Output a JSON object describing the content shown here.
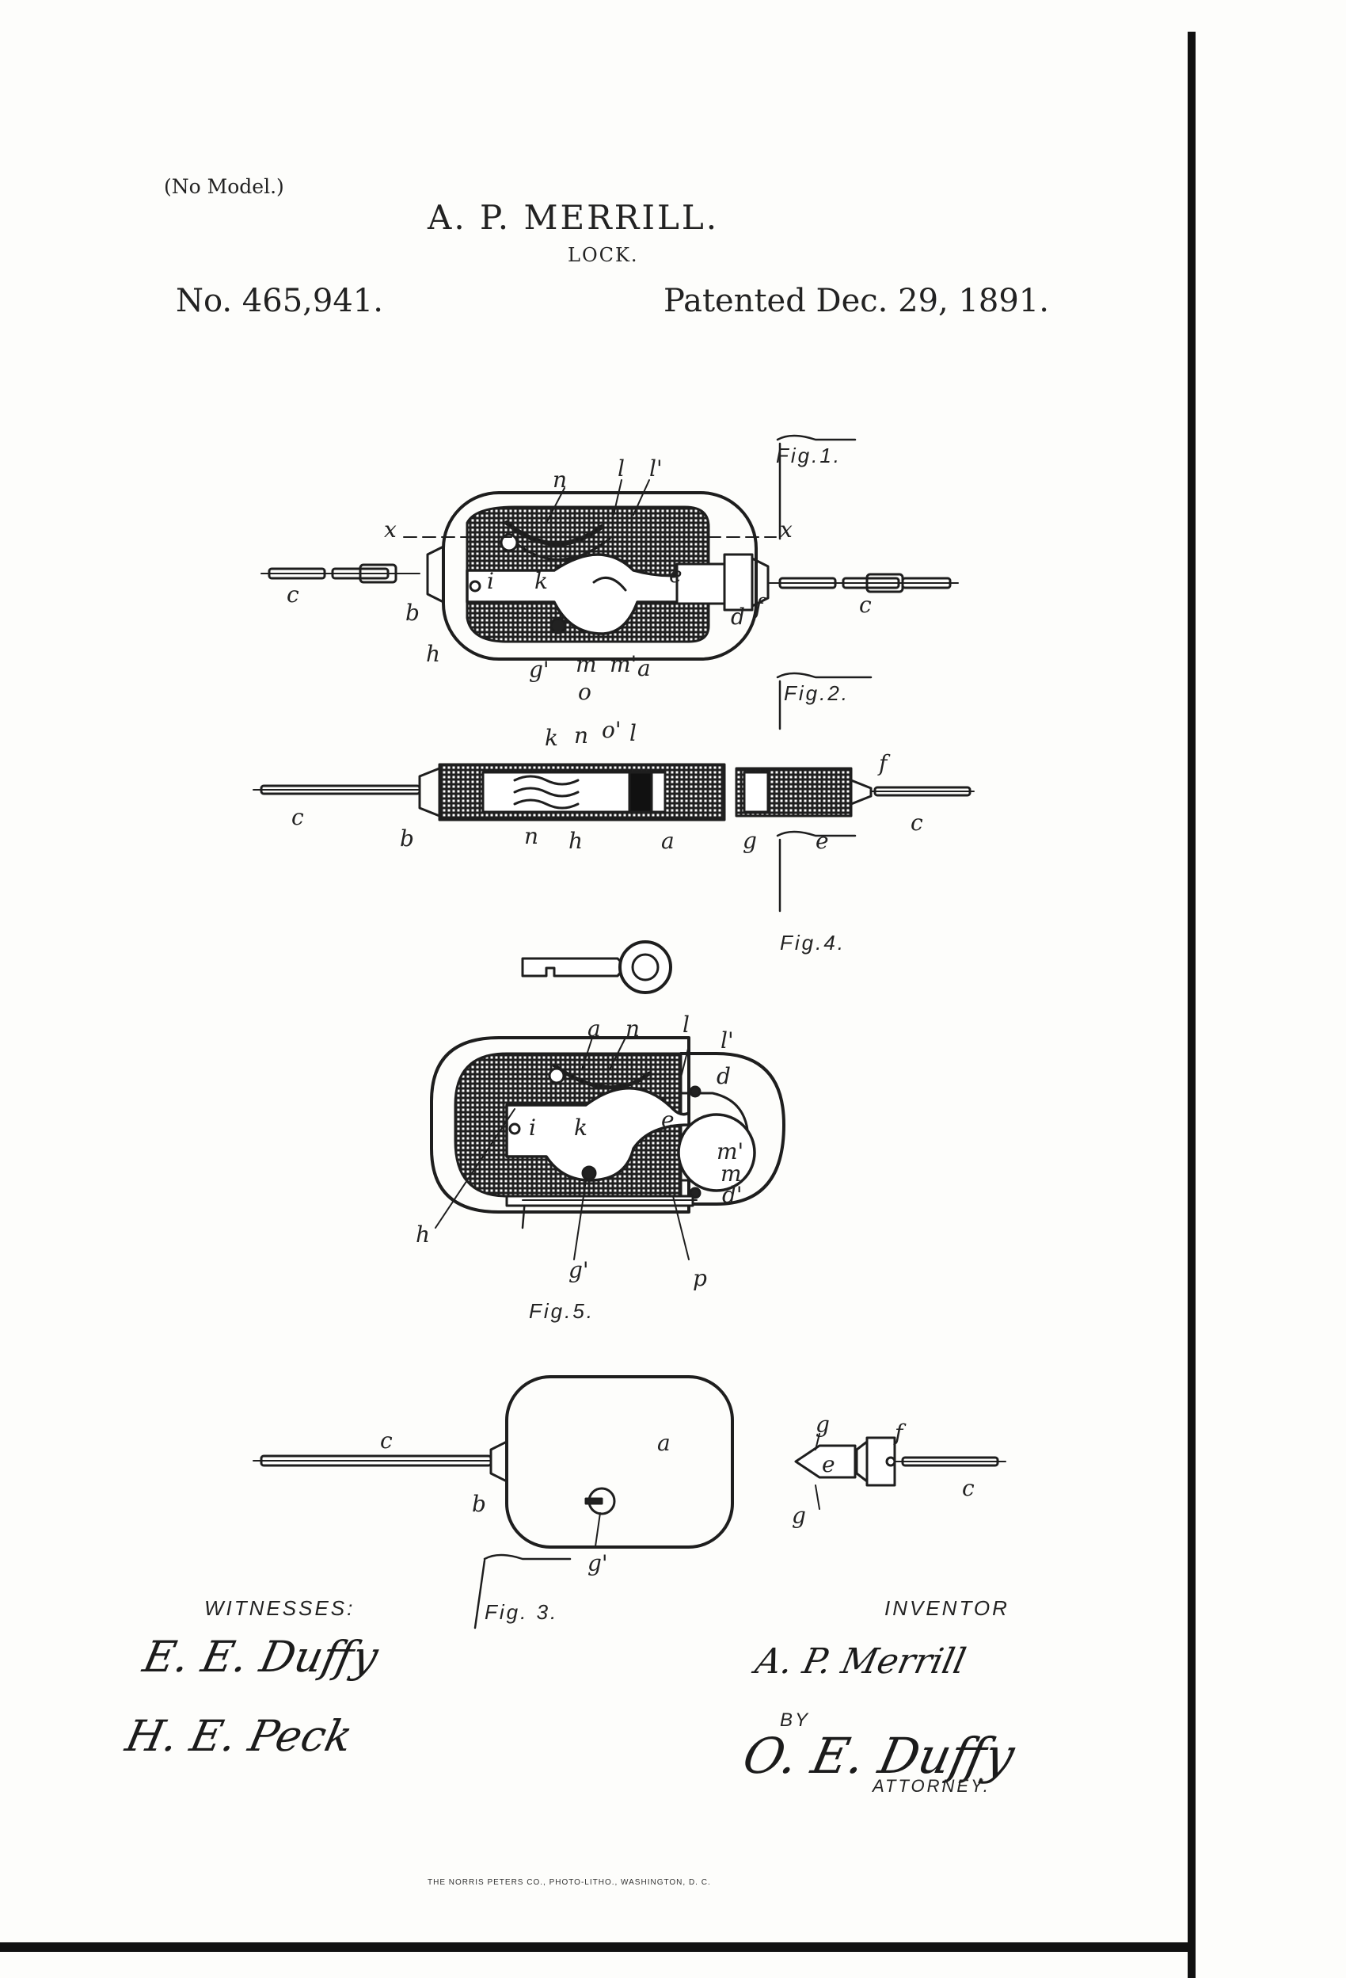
{
  "header": {
    "no_model": "(No Model.)",
    "inventor": "A. P. MERRILL.",
    "title": "LOCK.",
    "patent_number": "No. 465,941.",
    "patent_date": "Patented Dec. 29, 1891."
  },
  "figures": {
    "fig1": "Fig.1.",
    "fig2": "Fig.2.",
    "fig3": "Fig. 3.",
    "fig4": "Fig.4.",
    "fig5": "Fig.5."
  },
  "labels": {
    "fig1": [
      "x",
      "x",
      "n",
      "l",
      "l'",
      "c",
      "c",
      "b",
      "i",
      "k",
      "e",
      "d",
      "f",
      "h",
      "g'",
      "m",
      "m'",
      "a",
      "o"
    ],
    "fig2": [
      "k",
      "n",
      "o'",
      "l",
      "c",
      "b",
      "n",
      "h",
      "a",
      "g",
      "e",
      "f",
      "c"
    ],
    "fig4": [
      "a",
      "n",
      "l",
      "l'",
      "d",
      "i",
      "k",
      "e",
      "m'",
      "m",
      "d'",
      "h",
      "g'",
      "p"
    ],
    "fig3": [
      "c",
      "a",
      "b",
      "g'",
      "g",
      "f",
      "e",
      "g",
      "c"
    ]
  },
  "signatures": {
    "witnesses_label": "WITNESSES:",
    "witness_1": "E. E. Duffy",
    "witness_2": "H. E. Peck",
    "inventor_label": "INVENTOR",
    "inventor_signature": "A. P. Merrill",
    "by_label": "BY",
    "attorney_signature": "O. E. Duffy",
    "attorney_label": "ATTORNEY."
  },
  "footer": {
    "printer": "THE NORRIS PETERS CO., PHOTO-LITHO., WASHINGTON, D. C."
  }
}
